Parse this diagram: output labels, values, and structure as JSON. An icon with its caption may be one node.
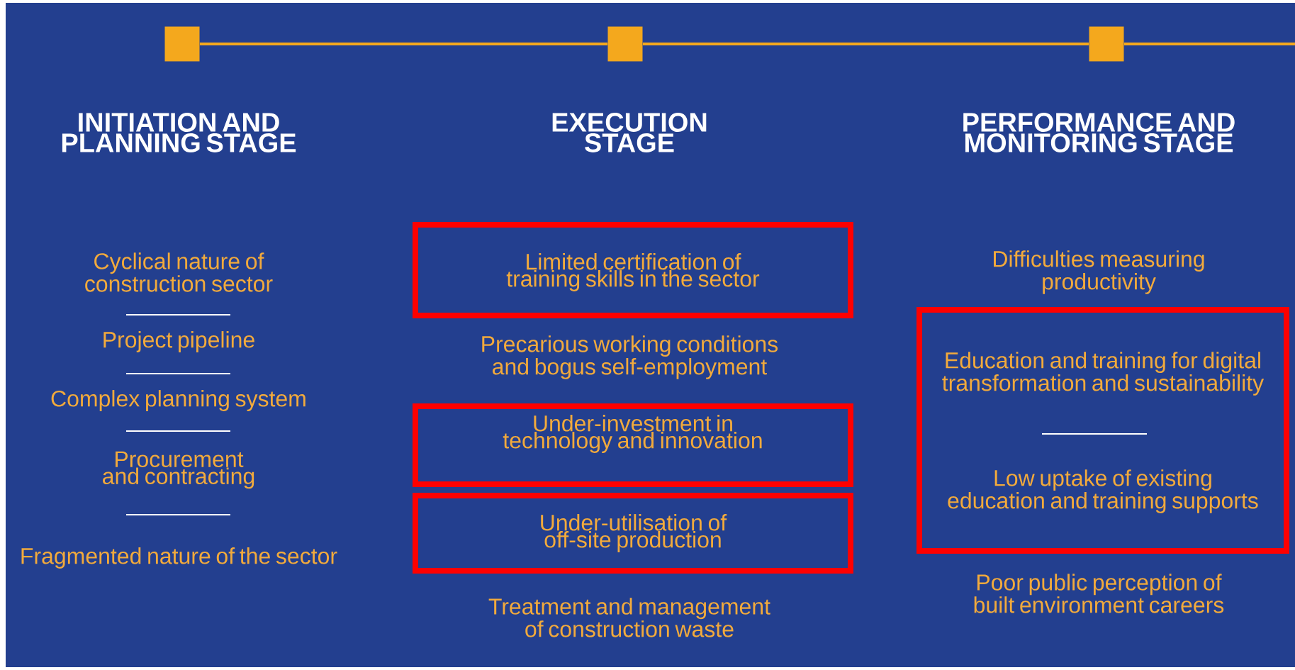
{
  "diagram": {
    "nodes": [
      {
        "text": [],
        "shape": "box"
      },
      {
        "text": [],
        "shape": "box"
      },
      {
        "text": [],
        "shape": "box"
      },
      {
        "text": [
          "Limited certification of training skills in the sector"
        ]
      },
      {
        "text": [
          "Under-investment in technology and innovation"
        ]
      },
      {
        "text": [
          "Under-utilisation of off-site production"
        ]
      },
      {
        "text": [
          "Education and training for digital transformation and sustainability",
          "Low uptake of existing education and training supports"
        ]
      }
    ],
    "edges": [
      {
        "from": 0,
        "to": 1,
        "arrow": "none"
      },
      {
        "from": 1,
        "to": 2,
        "arrow": "none"
      },
      {
        "from": 2,
        "to": null,
        "arrow": "none"
      }
    ],
    "labels": [
      "INITIATION AND PLANNING STAGE",
      "EXECUTION STAGE",
      "PERFORMANCE AND MONITORING STAGE",
      "Cyclical nature of construction sector",
      "Project pipeline",
      "Complex planning system",
      "Procurement and contracting",
      "Fragmented nature of the sector",
      "Precarious working conditions and bogus self-employment",
      "Treatment and management of construction waste",
      "Difficulties measuring productivity",
      "Poor public perception of built environment careers"
    ]
  }
}
